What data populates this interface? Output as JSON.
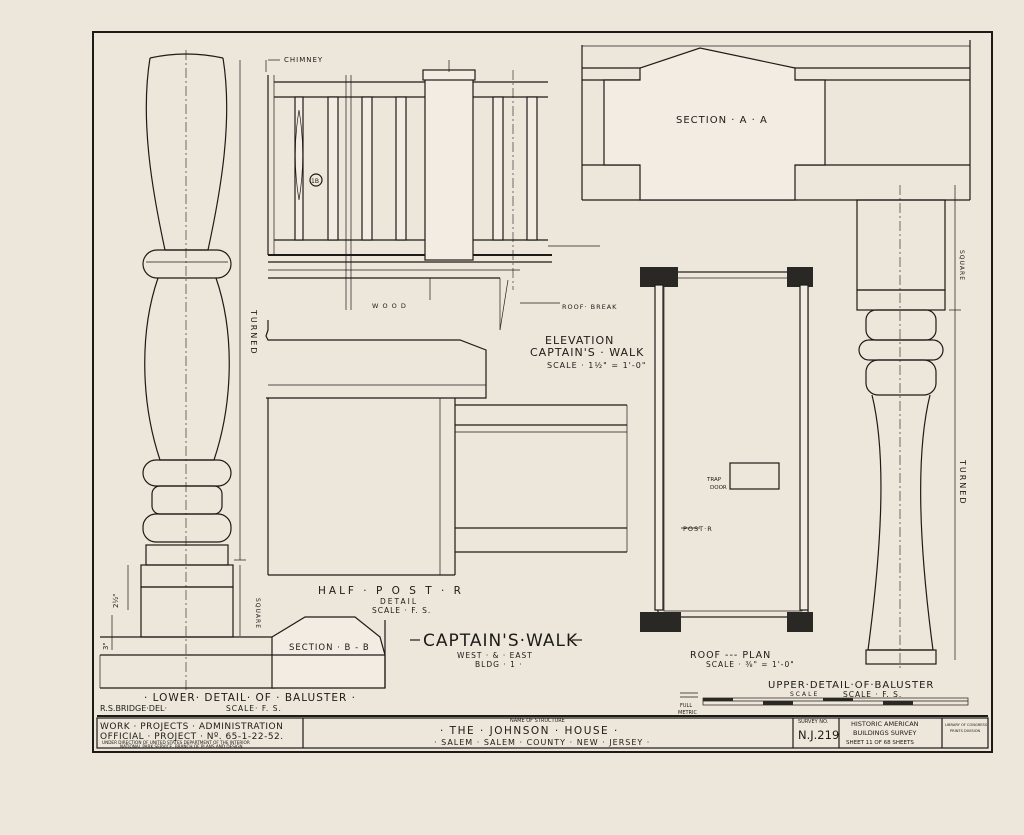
{
  "title_block": {
    "wpa_line1": "WORK · PROJECTS · ADMINISTRATION",
    "wpa_line2": "OFFICIAL · PROJECT · Nº. 65-1-22-52.",
    "wpa_line3": "UNDER DIRECTION OF UNITED STATES DEPARTMENT OF THE INTERIOR",
    "wpa_line4": "NATIONAL PARK SERVICE, BRANCH OF PLANS AND DESIGN",
    "name_label": "NAME OF STRUCTURE",
    "structure_name": "· THE · JOHNSON · HOUSE ·",
    "location": "· SALEM · SALEM · COUNTY · NEW · JERSEY ·",
    "survey_label": "SURVEY NO.",
    "survey_no": "N.J.219",
    "habs_line1": "HISTORIC AMERICAN",
    "habs_line2": "BUILDINGS SURVEY",
    "sheet_info": "SHEET 11 OF 68 SHEETS",
    "library_line1": "LIBRARY OF CONGRESS",
    "library_line2": "PRINTS DIVISION"
  },
  "drawing": {
    "delineator": "R.S.BRIDGE·DEL·",
    "main_title": "CAPTAIN'S·WALK",
    "main_sub1": "WEST · & · EAST",
    "main_sub2": "BLDG · 1 ·",
    "lower_detail": "· LOWER· DETAIL· OF · BALUSTER ·",
    "lower_scale": "SCALE· F. S.",
    "upper_detail": "UPPER·DETAIL·OF·BALUSTER",
    "upper_scale": "SCALE · F. S.",
    "elev_title1": "ELEVATION",
    "elev_title2": "CAPTAIN'S · WALK",
    "elev_scale": "SCALE · 1½\" = 1'-0\"",
    "half_post": "HALF · P O S T · R",
    "half_post_detail": "DETAIL",
    "half_post_scale": "SCALE · F. S.",
    "section_aa": "SECTION · A · A",
    "section_bb": "SECTION · B - B",
    "roof_plan": "ROOF --- PLAN",
    "roof_scale": "SCALE · ⅜\" = 1'-0\"",
    "chimney": "CHIMNEY",
    "roof_break": "ROOF· BREAK",
    "wood": "W O O D",
    "post_r": "POST·R",
    "trap_door1": "TRAP",
    "trap_door2": "DOOR",
    "turned_left": "TURNED",
    "turned_right": "TURNED",
    "square_left": "SQUARE",
    "square_right": "SQUARE",
    "baluster_tag": "1B",
    "scale_bar": "SCALE",
    "metric1": "FULL",
    "metric2": "METRIC"
  }
}
